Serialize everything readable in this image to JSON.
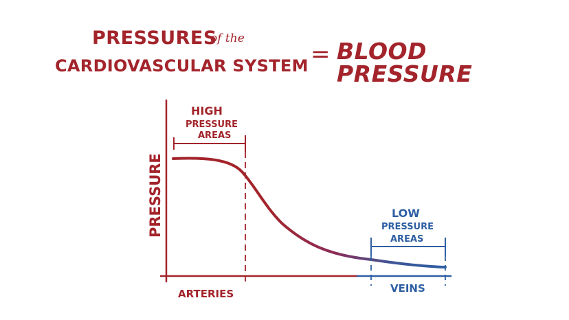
{
  "title": {
    "line1": "PRESSURES",
    "of_the": "of the",
    "line2": "CARDIOVASCULAR SYSTEM",
    "equals": "=",
    "result": "BLOOD PRESSURE"
  },
  "diagram": {
    "y_axis_label": "PRESSURE",
    "x_left_label": "ARTERIES",
    "x_right_label": "VEINS",
    "high_label": [
      "HIGH",
      "PRESSURE",
      "AREAS"
    ],
    "low_label": [
      "LOW",
      "PRESSURE",
      "AREAS"
    ],
    "colors": {
      "red": "#a3242b",
      "blue": "#2e5fa3",
      "axis": "#a3242b"
    }
  }
}
